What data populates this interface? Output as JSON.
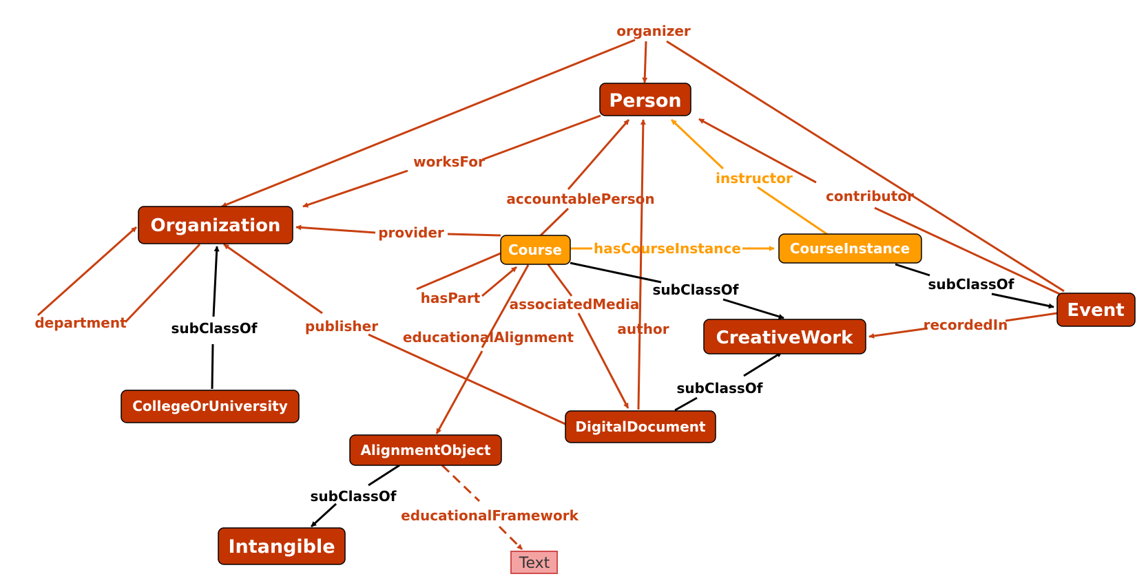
{
  "colors": {
    "node_fill": "#c33400",
    "node_fill_orange": "#ff9c00",
    "node_border": "#000000",
    "edge_red": "#c84010",
    "edge_orange": "#ff9c00",
    "edge_black": "#000000",
    "literal_fill": "#f4a3a3",
    "literal_border": "#d24a4a"
  },
  "nodes": {
    "person": "Person",
    "organization": "Organization",
    "course": "Course",
    "course_instance": "CourseInstance",
    "event": "Event",
    "creative_work": "CreativeWork",
    "college": "CollegeOrUniversity",
    "digital_document": "DigitalDocument",
    "alignment_object": "AlignmentObject",
    "intangible": "Intangible",
    "text": "Text"
  },
  "edges": {
    "organizer": "organizer",
    "works_for": "worksFor",
    "accountable_person": "accountablePerson",
    "instructor": "instructor",
    "contributor": "contributor",
    "provider": "provider",
    "has_course_instance": "hasCourseInstance",
    "department": "department",
    "subclass_college": "subClassOf",
    "publisher": "publisher",
    "has_part": "hasPart",
    "associated_media": "associatedMedia",
    "educational_alignment": "educationalAlignment",
    "subclass_course": "subClassOf",
    "author": "author",
    "subclass_course_instance": "subClassOf",
    "recorded_in": "recordedIn",
    "subclass_digital_document": "subClassOf",
    "subclass_alignment_object": "subClassOf",
    "educational_framework": "educationalFramework"
  }
}
